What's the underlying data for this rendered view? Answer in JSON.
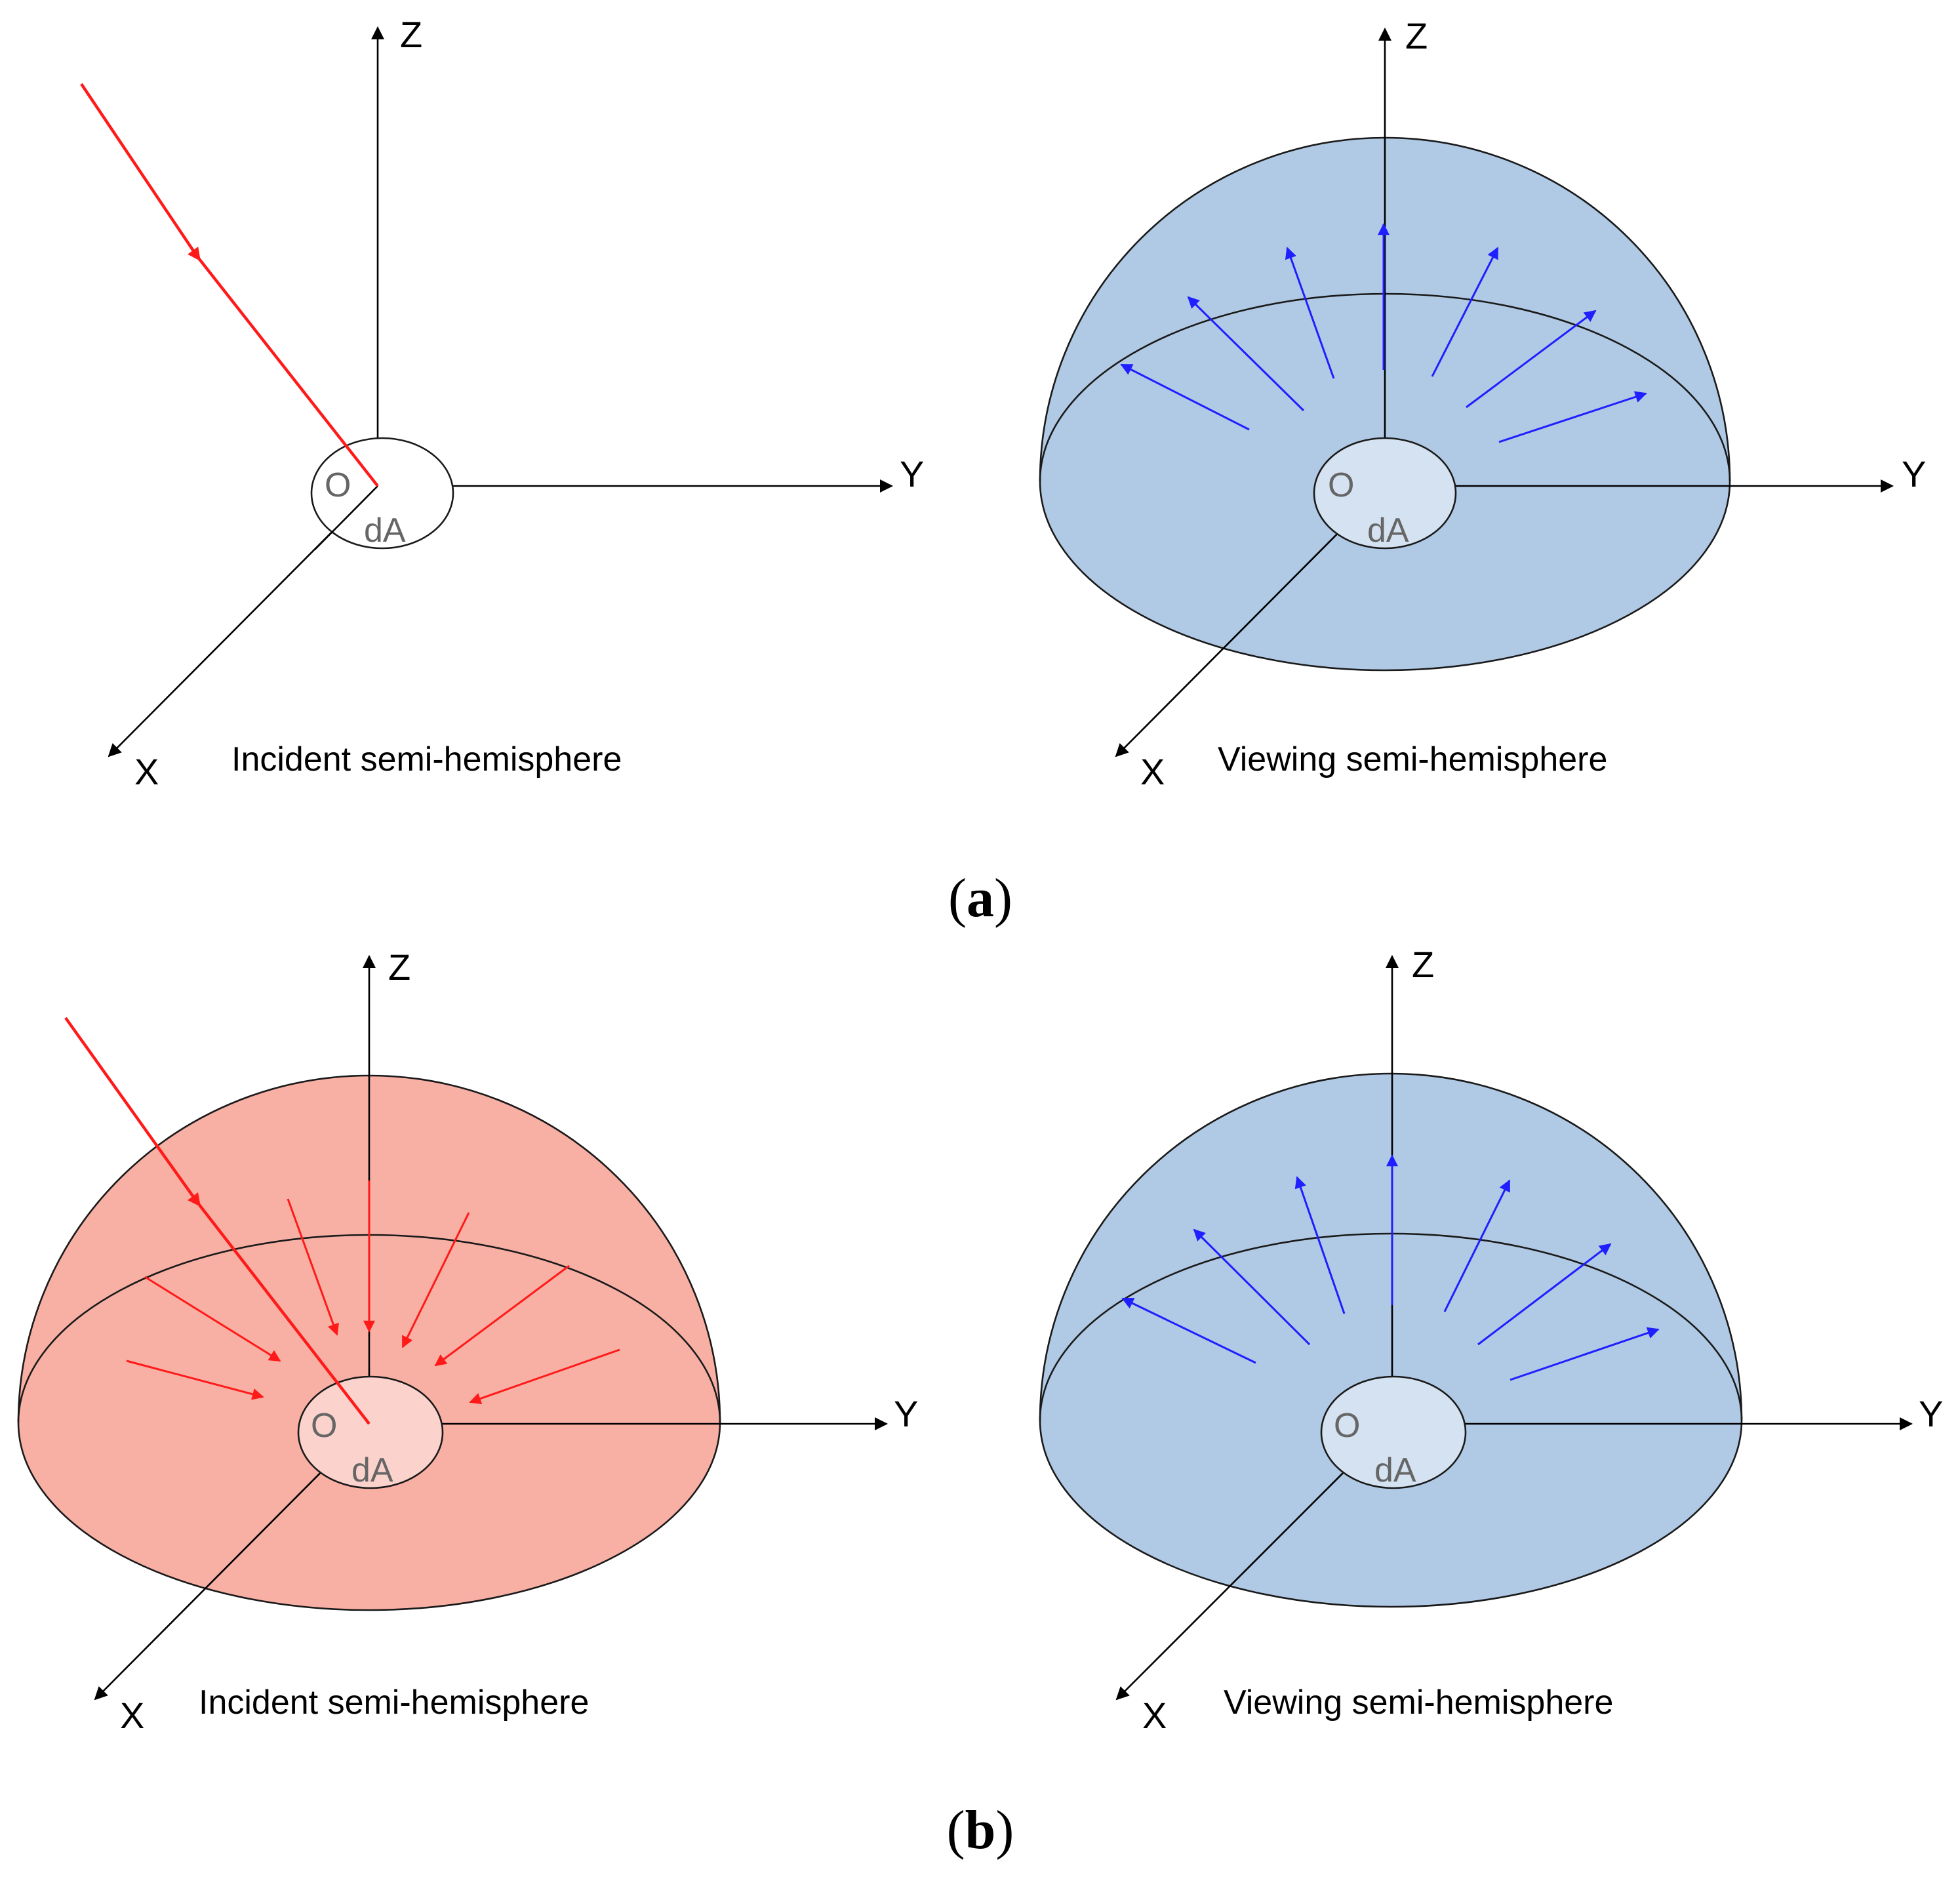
{
  "axis_labels": {
    "z": "Z",
    "y": "Y",
    "x": "X",
    "origin": "O",
    "area": "dA"
  },
  "captions": {
    "incident": "Incident semi-hemisphere",
    "viewing": "Viewing semi-hemisphere"
  },
  "panel_labels": {
    "a": "a",
    "b": "b"
  },
  "colors": {
    "incident_ray": "#ff1a1a",
    "scattered_arrows": "#1f1fff",
    "viewing_dome_fill": "#b0c9e4",
    "incident_dome_fill": "#f8b0a4",
    "patch_fill_on_dome": "#d4e2f1",
    "patch_fill_on_incident_dome": "#fbd3cc"
  }
}
